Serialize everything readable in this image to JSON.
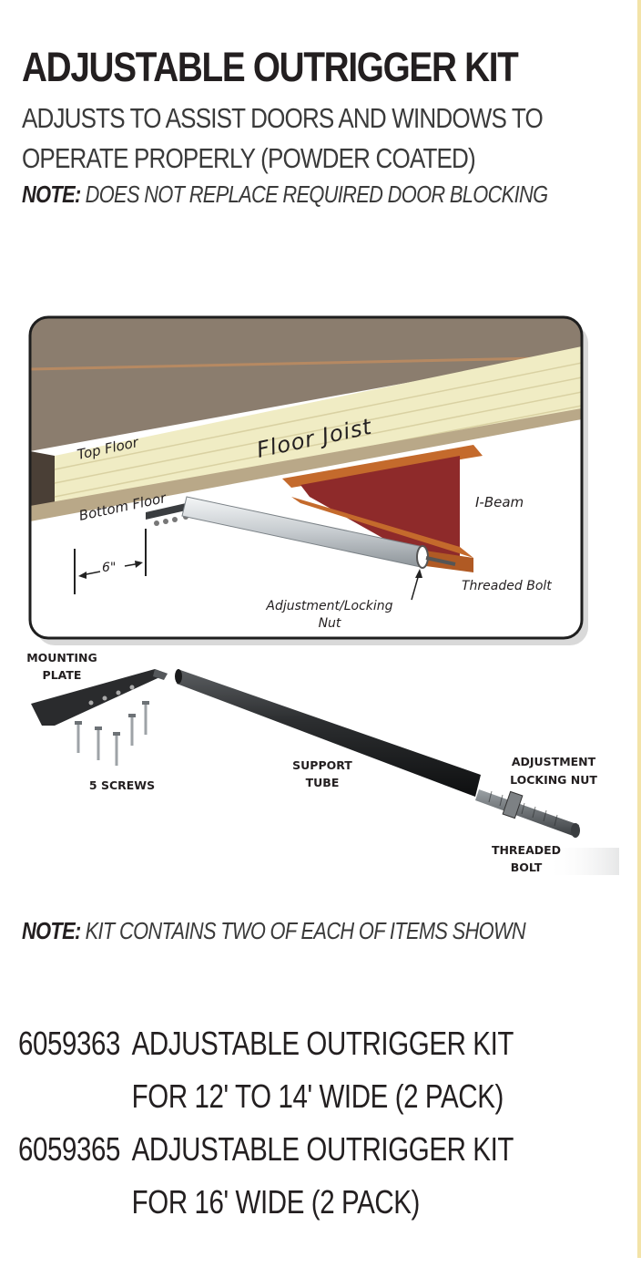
{
  "header": {
    "title": "ADJUSTABLE OUTRIGGER KIT",
    "subtitle_line1": "ADJUSTS TO ASSIST DOORS AND WINDOWS TO",
    "subtitle_line2": "OPERATE PROPERLY (POWDER COATED)",
    "note_label": "NOTE:",
    "note_text": "DOES NOT REPLACE REQUIRED DOOR BLOCKING"
  },
  "diagram": {
    "top_floor": "Top Floor",
    "floor_joist": "Floor Joist",
    "bottom_floor": "Bottom Floor",
    "i_beam": "I-Beam",
    "threaded_bolt": "Threaded Bolt",
    "adjustment_line1": "Adjustment/Locking",
    "adjustment_line2": "Nut",
    "dimension": "6\""
  },
  "parts": {
    "mounting_line1": "MOUNTING",
    "mounting_line2": "PLATE",
    "screws": "5 SCREWS",
    "support_line1": "SUPPORT",
    "support_line2": "TUBE",
    "adjust_line1": "ADJUSTMENT",
    "adjust_line2": "LOCKING NUT",
    "bolt_line1": "THREADED",
    "bolt_line2": "BOLT"
  },
  "kit_note": {
    "label": "NOTE:",
    "text": "KIT CONTAINS TWO OF EACH OF ITEMS SHOWN"
  },
  "products": [
    {
      "code": "6059363",
      "desc_line1": "ADJUSTABLE OUTRIGGER KIT",
      "desc_line2": "FOR 12' TO 14' WIDE (2 PACK)"
    },
    {
      "code": "6059365",
      "desc_line1": "ADJUSTABLE OUTRIGGER KIT",
      "desc_line2": "FOR 16' WIDE (2 PACK)"
    }
  ],
  "colors": {
    "floor_top": "#8b7d6e",
    "joist": "#f0ecc4",
    "beam": "#8e2a2a",
    "flange": "#c46a2c",
    "tube": "#cfd3d6",
    "text": "#231f20"
  }
}
